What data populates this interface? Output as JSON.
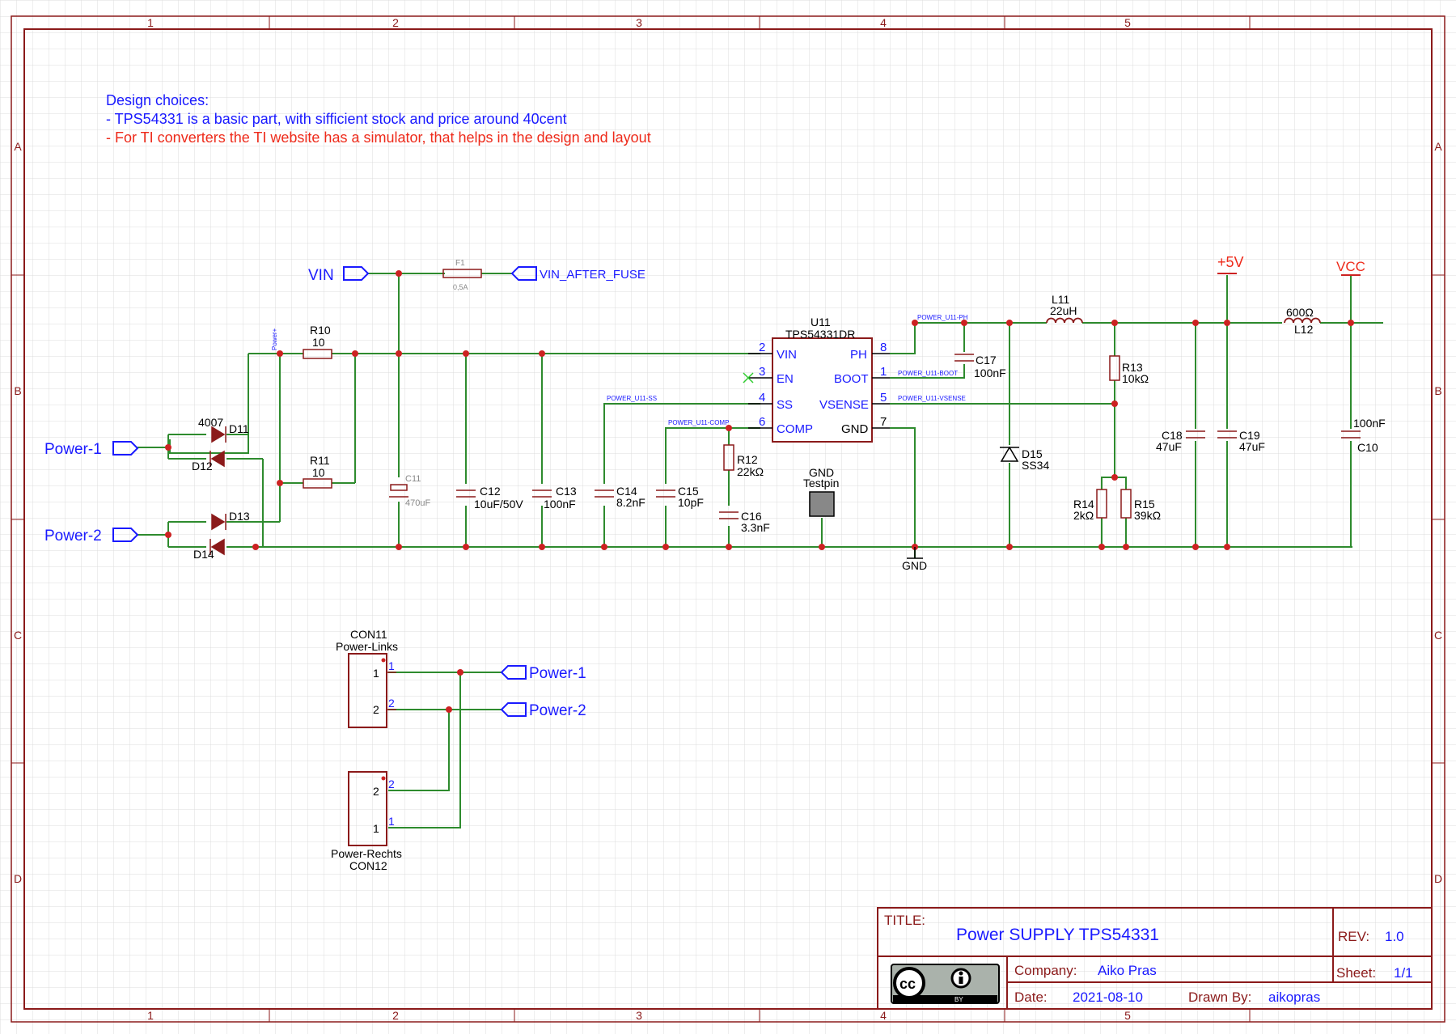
{
  "colors": {
    "wire": "#2e8b2e",
    "part": "#8b1a1a",
    "junction": "#cc2222",
    "label_blue": "#1a1aff",
    "note_red": "#ee2a1a",
    "pin_num": "#1a1aff",
    "grid": "#dcdcdc",
    "frame": "#8b1a1a",
    "gray": "#888888"
  },
  "frame": {
    "col_labels": [
      "1",
      "2",
      "3",
      "4",
      "5"
    ],
    "row_labels": [
      "A",
      "B",
      "C",
      "D"
    ]
  },
  "notes": {
    "heading": "Design choices:",
    "line1": "- TPS54331 is a basic part, with sifficient stock and price around 40cent",
    "line2": "- For TI converters the TI website has a simulator, that helps in the design and layout"
  },
  "ports": {
    "vin": "VIN",
    "vin_after_fuse": "VIN_AFTER_FUSE",
    "power1": "Power-1",
    "power2": "Power-2",
    "power1_b": "Power-1",
    "power2_b": "Power-2"
  },
  "rails": {
    "p5v": "+5V",
    "vcc": "VCC",
    "gnd": "GND"
  },
  "net_labels": {
    "ph": "POWER_U11-PH",
    "boot": "POWER_U11-BOOT",
    "ss": "POWER_U11-SS",
    "comp": "POWER_U11-COMP",
    "vsense": "POWER_U11-VSENSE",
    "power_plus": "Power+"
  },
  "ic": {
    "ref": "U11",
    "value": "TPS54331DR",
    "pins_left": [
      {
        "num": "2",
        "name": "VIN"
      },
      {
        "num": "3",
        "name": "EN"
      },
      {
        "num": "4",
        "name": "SS"
      },
      {
        "num": "6",
        "name": "COMP"
      }
    ],
    "pins_right": [
      {
        "num": "8",
        "name": "PH"
      },
      {
        "num": "1",
        "name": "BOOT"
      },
      {
        "num": "5",
        "name": "VSENSE"
      },
      {
        "num": "7",
        "name": "GND"
      }
    ]
  },
  "components": {
    "f1": {
      "ref": "F1",
      "value": "0,5A"
    },
    "r10": {
      "ref": "R10",
      "value": "10"
    },
    "r11": {
      "ref": "R11",
      "value": "10"
    },
    "d11": {
      "ref": "D11",
      "value": "4007"
    },
    "d12": {
      "ref": "D12"
    },
    "d13": {
      "ref": "D13"
    },
    "d14": {
      "ref": "D14"
    },
    "c11": {
      "ref": "C11",
      "value": "470uF"
    },
    "c12": {
      "ref": "C12",
      "value": "10uF/50V"
    },
    "c13": {
      "ref": "C13",
      "value": "100nF"
    },
    "c14": {
      "ref": "C14",
      "value": "8.2nF"
    },
    "c15": {
      "ref": "C15",
      "value": "10pF"
    },
    "r12": {
      "ref": "R12",
      "value": "22kΩ"
    },
    "c16": {
      "ref": "C16",
      "value": "3.3nF"
    },
    "c17": {
      "ref": "C17",
      "value": "100nF"
    },
    "testpin": {
      "ref": "GND",
      "value": "Testpin"
    },
    "l11": {
      "ref": "L11",
      "value": "22uH"
    },
    "d15": {
      "ref": "D15",
      "value": "SS34"
    },
    "r13": {
      "ref": "R13",
      "value": "10kΩ"
    },
    "r14": {
      "ref": "R14",
      "value": "2kΩ"
    },
    "r15": {
      "ref": "R15",
      "value": "39kΩ"
    },
    "c18": {
      "ref": "C18",
      "value": "47uF"
    },
    "c19": {
      "ref": "C19",
      "value": "47uF"
    },
    "l12": {
      "ref": "L12",
      "value": "600Ω"
    },
    "c10": {
      "ref": "C10",
      "value": "100nF"
    }
  },
  "connectors": {
    "con11": {
      "ref": "CON11",
      "value": "Power-Links",
      "pin1": "1",
      "pin2": "2"
    },
    "con12": {
      "ref": "CON12",
      "value": "Power-Rechts",
      "pin1": "1",
      "pin2": "2"
    }
  },
  "title_block": {
    "title_label": "TITLE:",
    "title": "Power SUPPLY TPS54331",
    "rev_label": "REV:",
    "rev": "1.0",
    "company_label": "Company:",
    "company": "Aiko Pras",
    "sheet_label": "Sheet:",
    "sheet": "1/1",
    "date_label": "Date:",
    "date": "2021-08-10",
    "drawn_label": "Drawn By:",
    "drawn": "aikopras",
    "license_icon": "cc-by-icon"
  }
}
